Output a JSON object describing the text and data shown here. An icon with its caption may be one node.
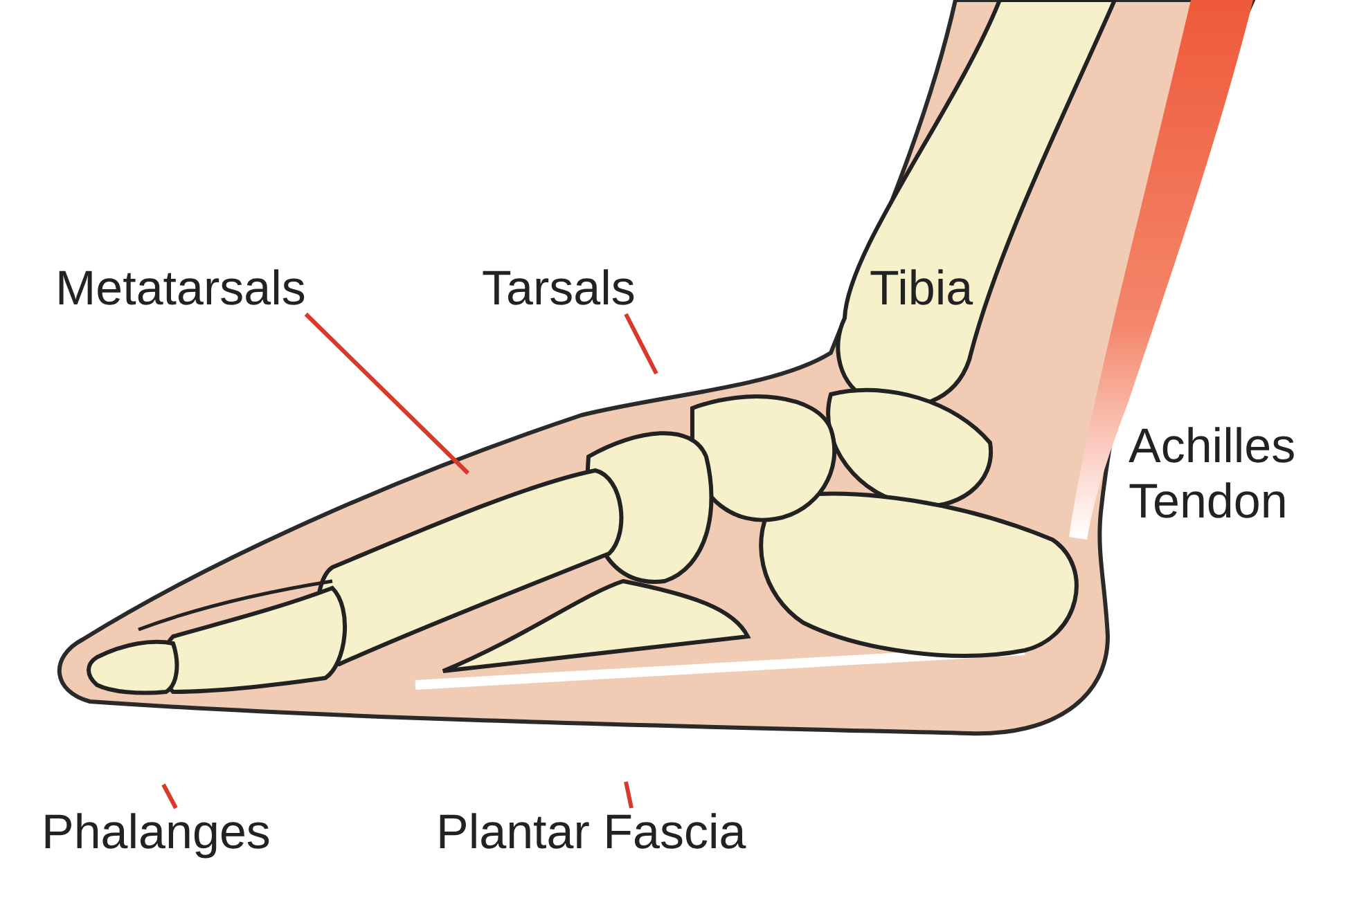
{
  "diagram": {
    "nodes": [
      {
        "text": [
          "Metatarsals"
        ]
      },
      {
        "text": [
          "Tarsals"
        ]
      },
      {
        "text": [
          "Phalanges"
        ]
      },
      {
        "text": [
          "Plantar Fascia"
        ]
      }
    ],
    "edges": [
      {
        "from": 0,
        "to": null,
        "arrow": "none"
      },
      {
        "from": 1,
        "to": null,
        "arrow": "none"
      },
      {
        "from": 2,
        "to": null,
        "arrow": "none"
      },
      {
        "from": 3,
        "to": null,
        "arrow": "none"
      }
    ],
    "labels": [
      "Tibia",
      "Achilles Tendon"
    ]
  }
}
